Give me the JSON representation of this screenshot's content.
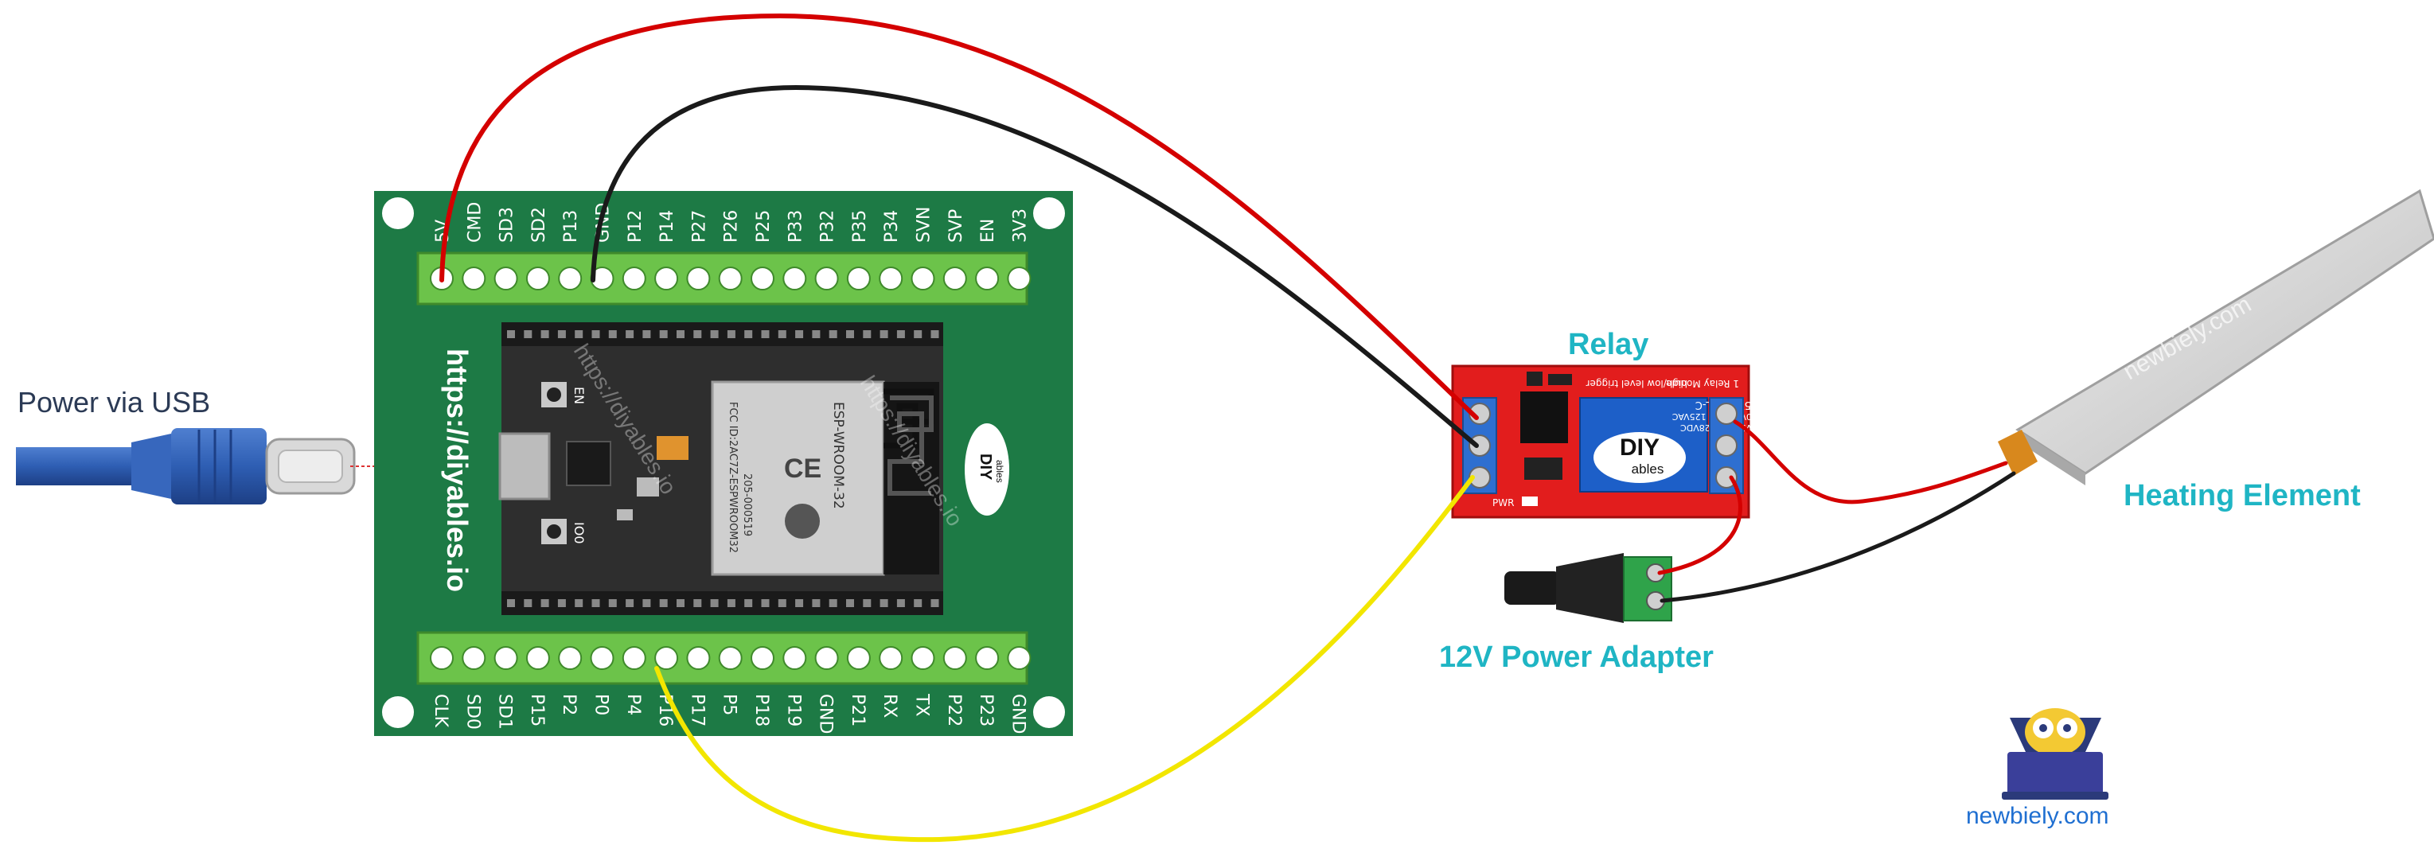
{
  "labels": {
    "power_usb": "Power via USB",
    "relay": "Relay",
    "heating_element": "Heating Element",
    "power_adapter": "12V Power Adapter"
  },
  "board": {
    "url_text": "https://diyables.io",
    "watermark": "https://diyables.io",
    "top_pins": [
      "5V",
      "CMD",
      "SD3",
      "SD2",
      "P13",
      "GND",
      "P12",
      "P14",
      "P27",
      "P26",
      "P25",
      "P33",
      "P32",
      "P35",
      "P34",
      "SVN",
      "SVP",
      "EN",
      "3V3"
    ],
    "bottom_pins": [
      "CLK",
      "SD0",
      "SD1",
      "P15",
      "P2",
      "P0",
      "P4",
      "P16",
      "P17",
      "P5",
      "P18",
      "P19",
      "GND",
      "P21",
      "RX",
      "TX",
      "P22",
      "P23",
      "GND"
    ],
    "module_text": "ESP-WROOM-32",
    "module_fcc": "FCC ID:2AC7Z-ESPWROOM32",
    "module_code": "205-000519",
    "en_label": "EN",
    "boot_label": "IO0",
    "logo_line1": "DIY",
    "logo_line2": "ables"
  },
  "relay_module": {
    "title": "1 Relay Module",
    "trigger": "high/low level trigger",
    "relay_part": "SRD-05VDC-SL-C",
    "ratings": [
      "10A 250VAC 10A 125VAC",
      "10A 30VDC 10A 28VDC"
    ],
    "logo_line1": "DIY",
    "logo_line2": "ables",
    "led_label": "PWR"
  },
  "heater": {
    "watermark": "newbiely.com"
  },
  "brand": {
    "name": "newbiely.com"
  },
  "wires": {
    "red": "#d40000",
    "black": "#1a1a1a",
    "yellow": "#f2e600"
  },
  "colors": {
    "board_green": "#1d7a45",
    "label_cyan": "#1fb5c4",
    "usb_blue": "#2f5fb5"
  }
}
